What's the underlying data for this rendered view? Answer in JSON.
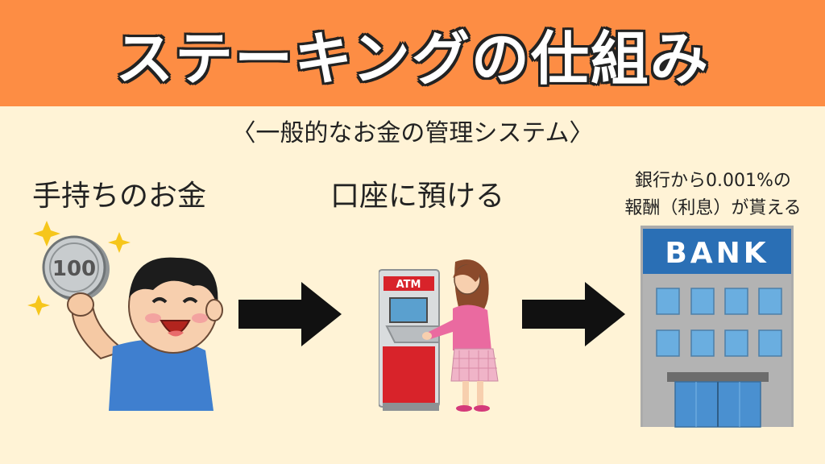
{
  "header": {
    "title": "ステーキングの仕組み"
  },
  "subtitle": "〈一般的なお金の管理システム〉",
  "steps": [
    {
      "label": "手持ちのお金"
    },
    {
      "label": "口座に預ける"
    },
    {
      "label_line1": "銀行から0.001%の",
      "label_line2": "報酬（利息）が貰える"
    }
  ],
  "illustrations": {
    "coin_text": "100",
    "atm_text": "ATM",
    "bank_text": "BANK"
  },
  "colors": {
    "banner": "#fd8d44",
    "background": "#fff3d6",
    "arrow": "#111111",
    "bank_sign": "#2a6fb5",
    "atm_red": "#d8232a"
  }
}
